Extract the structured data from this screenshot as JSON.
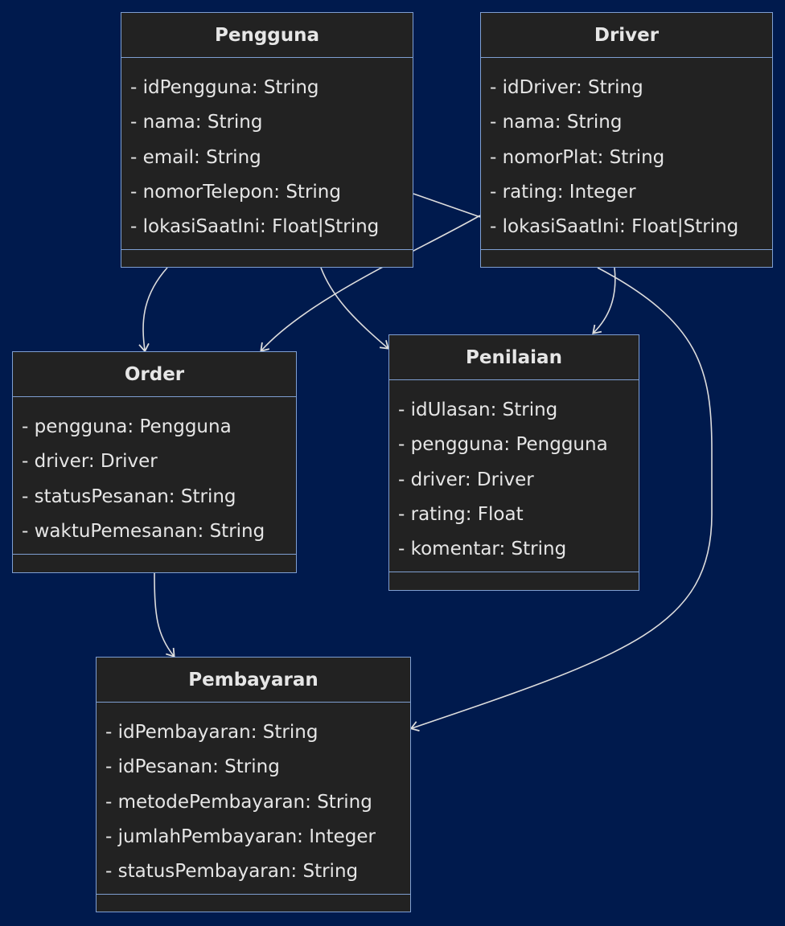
{
  "colors": {
    "background": "#001a4d",
    "box_fill": "#222222",
    "box_border": "#7f9fd2",
    "text": "#e6e6e6",
    "edge": "#dddddd"
  },
  "classes": {
    "pengguna": {
      "name": "Pengguna",
      "attrs": [
        "- idPengguna: String",
        "- nama: String",
        "- email: String",
        "- nomorTelepon: String",
        "- lokasiSaatIni: Float|String"
      ]
    },
    "driver": {
      "name": "Driver",
      "attrs": [
        "- idDriver: String",
        "- nama: String",
        "- nomorPlat: String",
        "- rating: Integer",
        "- lokasiSaatIni: Float|String"
      ]
    },
    "order": {
      "name": "Order",
      "attrs": [
        "- pengguna: Pengguna",
        "- driver: Driver",
        "- statusPesanan: String",
        "- waktuPemesanan: String"
      ]
    },
    "penilaian": {
      "name": "Penilaian",
      "attrs": [
        "- idUlasan: String",
        "- pengguna: Pengguna",
        "- driver: Driver",
        "- rating: Float",
        "- komentar: String"
      ]
    },
    "pembayaran": {
      "name": "Pembayaran",
      "attrs": [
        "- idPembayaran: String",
        "- idPesanan: String",
        "- metodePembayaran: String",
        "- jumlahPembayaran: Integer",
        "- statusPembayaran: String"
      ]
    }
  },
  "relations": [
    {
      "from": "Pengguna",
      "to": "Driver",
      "arrow": false
    },
    {
      "from": "Pengguna",
      "to": "Order",
      "arrow": true
    },
    {
      "from": "Driver",
      "to": "Order",
      "arrow": true
    },
    {
      "from": "Pengguna",
      "to": "Penilaian",
      "arrow": true
    },
    {
      "from": "Driver",
      "to": "Penilaian",
      "arrow": true
    },
    {
      "from": "Order",
      "to": "Pembayaran",
      "arrow": true
    },
    {
      "from": "Driver",
      "to": "Pembayaran",
      "arrow": true
    }
  ]
}
